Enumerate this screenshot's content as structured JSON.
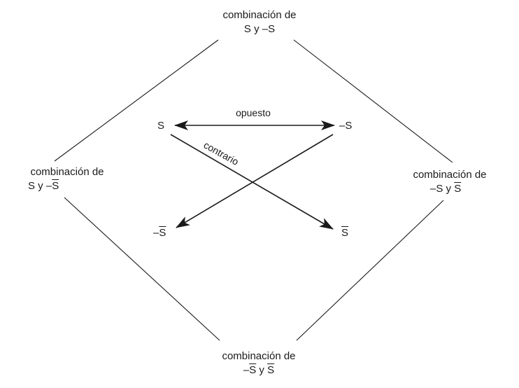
{
  "corners": {
    "top": {
      "line1": "combinación de",
      "line2_a": "S y –S",
      "line2_ov": "",
      "line2_b": ""
    },
    "left": {
      "line1": "combinación de",
      "line2_a": "S y –",
      "line2_ov": "S",
      "line2_b": ""
    },
    "right": {
      "line1": "combinación de",
      "line2_a": "–S y ",
      "line2_ov": "S",
      "line2_b": ""
    },
    "bottom": {
      "line1": "combinación de",
      "line2_a": "–",
      "line2_ov": "S",
      "line2_b": " y ",
      "line2_ov2": "S"
    }
  },
  "terms": {
    "s": {
      "prefix": "",
      "letter": "S"
    },
    "neg_s": {
      "prefix": "–",
      "letter": "S"
    },
    "neg_sbar": {
      "prefix": "–",
      "letter": "S"
    },
    "sbar": {
      "prefix": "",
      "letter": "S"
    }
  },
  "relations": {
    "opposite": "opuesto",
    "contrary": "contrario"
  }
}
